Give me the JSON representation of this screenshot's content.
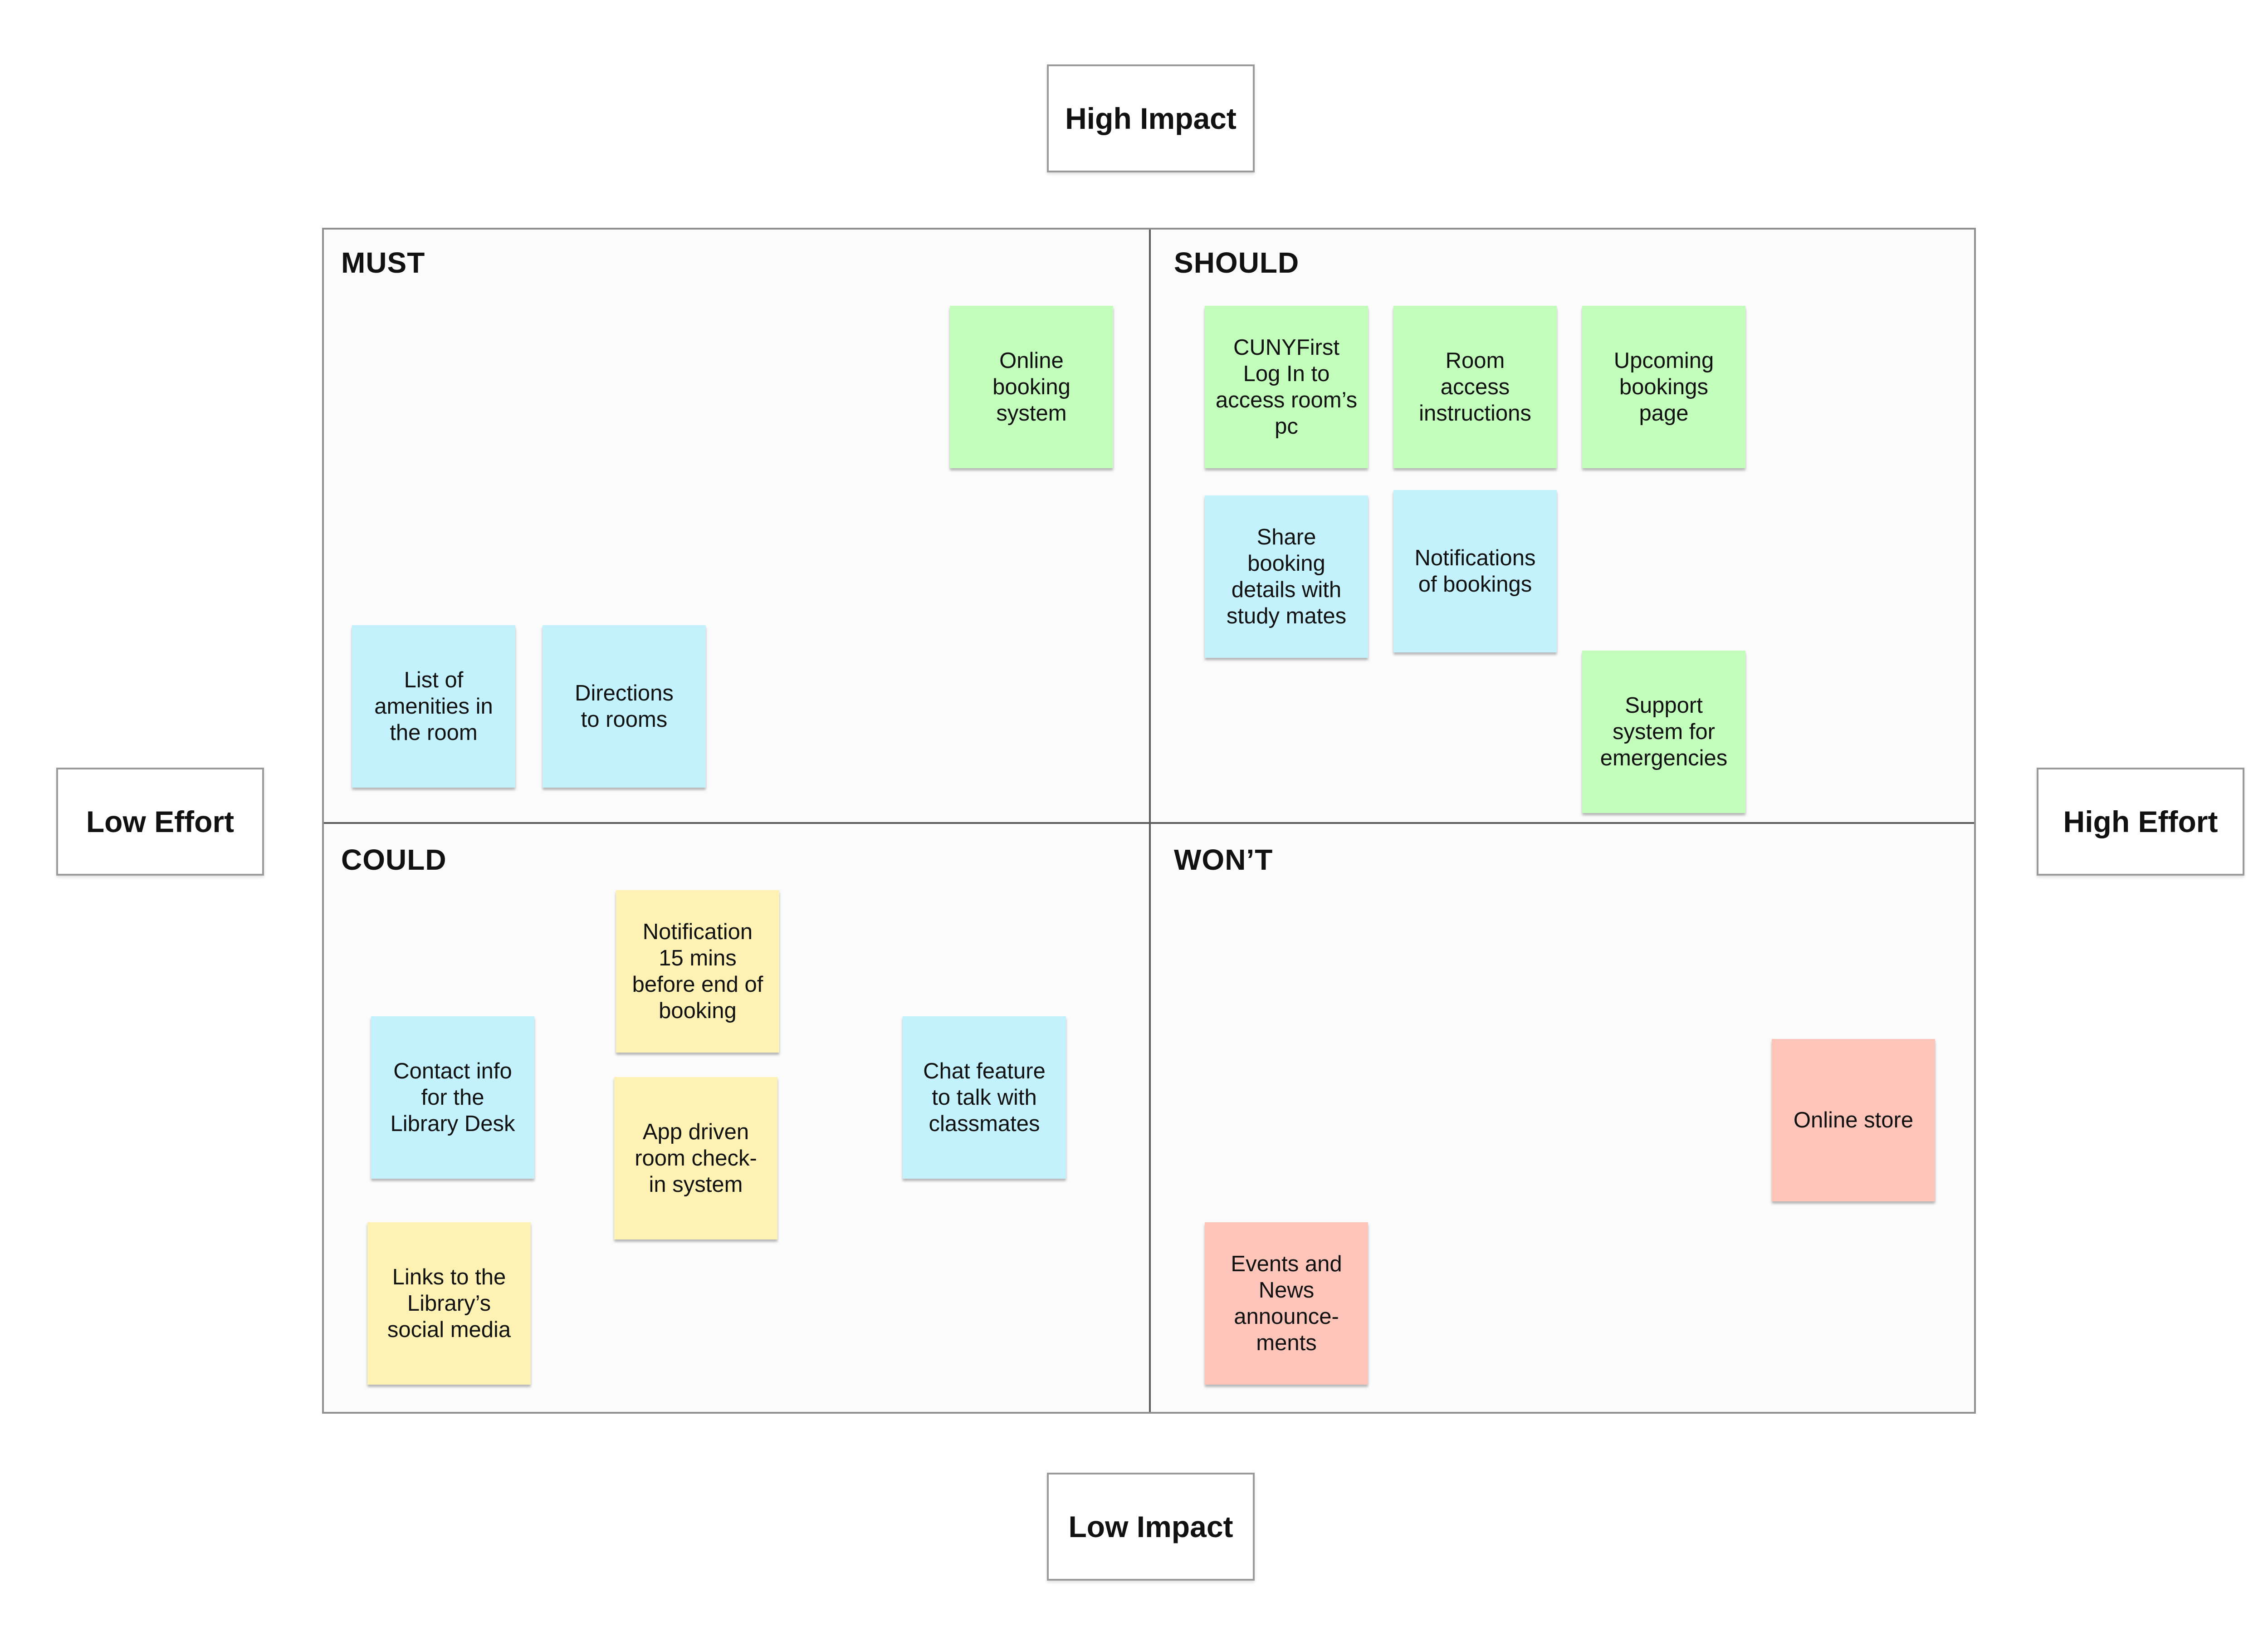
{
  "axes": {
    "top": "High Impact",
    "bottom": "Low Impact",
    "left": "Low Effort",
    "right": "High Effort"
  },
  "quadrants": {
    "must": "MUST",
    "should": "SHOULD",
    "could": "COULD",
    "wont": "WON’T"
  },
  "colors": {
    "green": "#c2fdbb",
    "blue": "#c3f2fd",
    "yellow": "#fdf2b4",
    "red": "#fdc5ba"
  },
  "notes": {
    "must": [
      {
        "text": "Online\nbooking\nsystem",
        "color": "green"
      },
      {
        "text": "List of\namenities in\nthe room",
        "color": "blue"
      },
      {
        "text": "Directions\nto rooms",
        "color": "blue"
      }
    ],
    "should": [
      {
        "text": "CUNYFirst\nLog In to\naccess room’s\npc",
        "color": "green"
      },
      {
        "text": "Room\naccess\ninstructions",
        "color": "green"
      },
      {
        "text": "Upcoming\nbookings\npage",
        "color": "green"
      },
      {
        "text": "Share\nbooking\ndetails with\nstudy mates",
        "color": "blue"
      },
      {
        "text": "Notifications\nof bookings",
        "color": "blue"
      },
      {
        "text": "Support\nsystem for\nemergencies",
        "color": "green"
      }
    ],
    "could": [
      {
        "text": "Notification\n15 mins\nbefore end of\nbooking",
        "color": "yellow"
      },
      {
        "text": "Contact info\nfor the\nLibrary Desk",
        "color": "blue"
      },
      {
        "text": "App driven\nroom check-\nin system",
        "color": "yellow"
      },
      {
        "text": "Chat feature\nto talk with\nclassmates",
        "color": "blue"
      },
      {
        "text": "Links to the\nLibrary’s\nsocial media",
        "color": "yellow"
      }
    ],
    "wont": [
      {
        "text": "Online store",
        "color": "red"
      },
      {
        "text": "Events and\nNews\nannounce-\nments",
        "color": "red"
      }
    ]
  }
}
